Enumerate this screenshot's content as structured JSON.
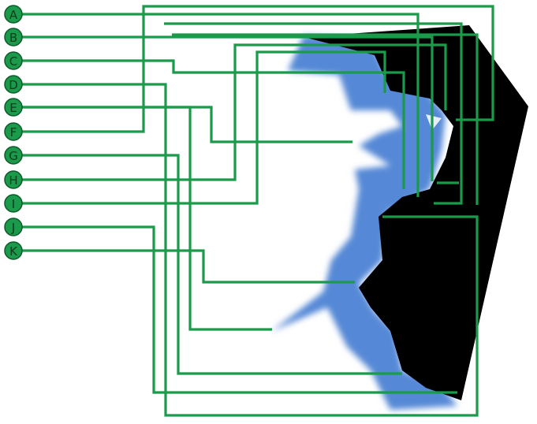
{
  "nodes": [
    {
      "label": "A"
    },
    {
      "label": "B"
    },
    {
      "label": "C"
    },
    {
      "label": "D"
    },
    {
      "label": "E"
    },
    {
      "label": "F"
    },
    {
      "label": "G"
    },
    {
      "label": "H"
    },
    {
      "label": "I"
    },
    {
      "label": "J"
    },
    {
      "label": "K"
    }
  ],
  "colors": {
    "wire": "#1a9a4a",
    "silhouette": "#000000",
    "shape_fill": "#5588d6",
    "background": "#ffffff"
  }
}
